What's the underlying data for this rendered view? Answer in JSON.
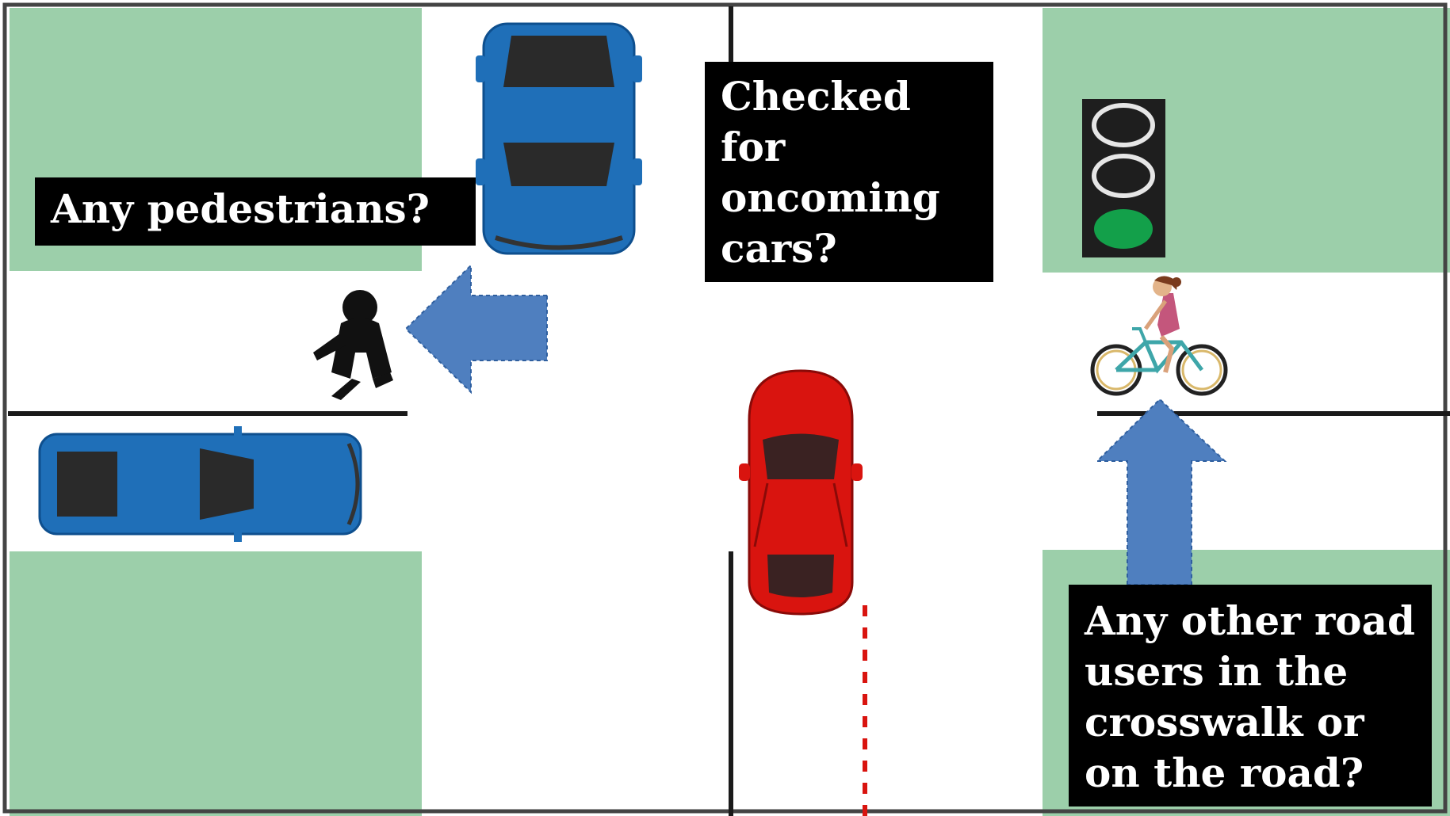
{
  "labels": {
    "pedestrians": "Any pedestrians?",
    "oncoming": [
      "Checked",
      "for",
      "oncoming",
      "cars?"
    ],
    "road_users": [
      "Any other road",
      "users  in the",
      "crosswalk or",
      "on the road?"
    ]
  },
  "colors": {
    "grass": "#9ccfaa",
    "road": "#ffffff",
    "line": "#1a1a1a",
    "blue_car": "#1f6fb8",
    "red_car": "#d9140f",
    "arrow": "#4f7fbf",
    "label_bg": "#000000",
    "label_text": "#ffffff",
    "traffic_light_green": "#13a04a"
  },
  "traffic_light": {
    "active": "green"
  }
}
